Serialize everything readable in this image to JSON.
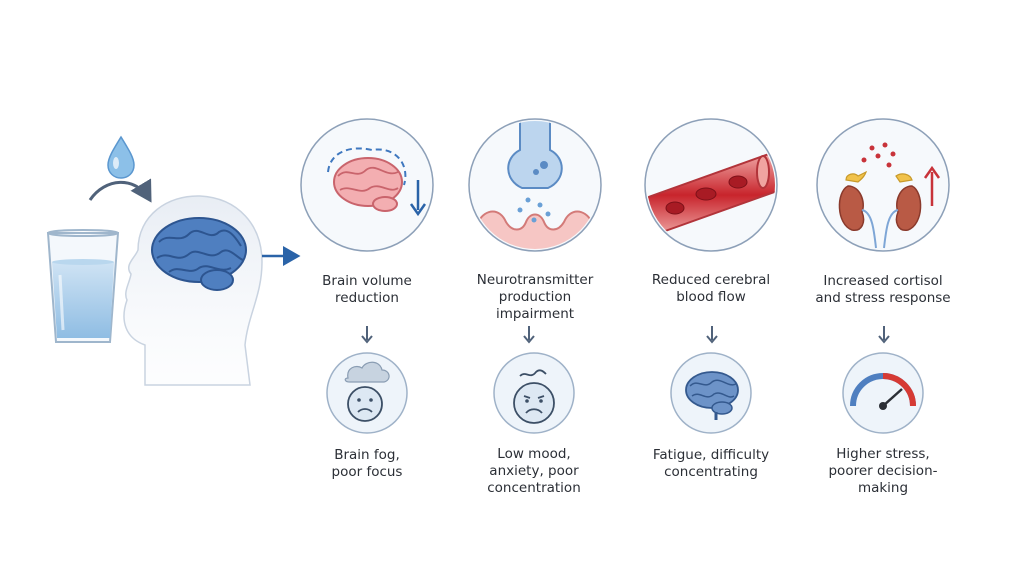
{
  "colors": {
    "outline": "#7b8fa8",
    "accent_arrow": "#2a63a8",
    "brain_blue": "#5a86c4",
    "brain_pink": "#f1a6aa",
    "blood_red": "#c9262f",
    "water_blue": "#7fb3de",
    "stress_red": "#d63a34"
  },
  "icons": {
    "source": [
      "water-drop-icon",
      "glass-of-water-icon",
      "head-with-brain-icon"
    ],
    "causes": [
      "shrinking-brain-icon",
      "synapse-icon",
      "blood-vessel-icon",
      "kidneys-adrenal-icon"
    ],
    "effects": [
      "foggy-sad-face-icon",
      "sad-face-icon",
      "tired-brain-icon",
      "stress-gauge-icon"
    ]
  },
  "columns": [
    {
      "cause": "Brain volume\nreduction",
      "effect": "Brain fog,\npoor focus"
    },
    {
      "cause": "Neurotransmitter\nproduction\nimpairment",
      "effect": "Low mood,\nanxiety, poor\nconcentration"
    },
    {
      "cause": "Reduced cerebral\nblood flow",
      "effect": "Fatigue, difficulty\nconcentrating"
    },
    {
      "cause": "Increased cortisol\nand stress response",
      "effect": "Higher stress,\npoorer decision-\nmaking"
    }
  ]
}
